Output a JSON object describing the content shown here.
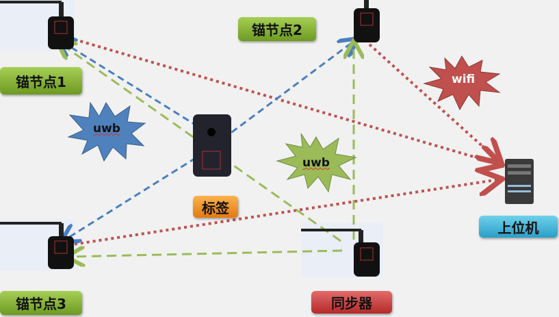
{
  "nodes": {
    "anchor1": "锚节点1",
    "anchor2": "锚节点2",
    "anchor3": "锚节点3",
    "tag": "标签",
    "sync": "同步器",
    "host": "上位机"
  },
  "bursts": {
    "uwb_left": "uwb",
    "uwb_center": "uwb",
    "wifi": "wifi"
  },
  "colors": {
    "uwb_link_blue": "#4a7ec0",
    "sync_link_green": "#9bbb59",
    "wifi_link_red": "#c0504d",
    "anchor_label": "#8cb63c",
    "tag_label": "#f39a2b",
    "host_label": "#3bb3dc",
    "sync_label": "#c0392b"
  }
}
